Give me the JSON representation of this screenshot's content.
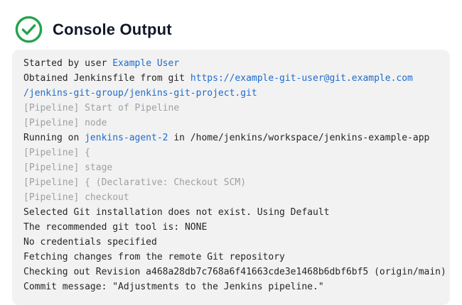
{
  "header": {
    "title": "Console Output",
    "status_icon": "success-check-icon"
  },
  "colors": {
    "success_green": "#23a34c",
    "link_blue": "#1d6ccd",
    "muted_gray": "#9fa0a2",
    "text": "#262626",
    "console_bg": "#f2f2f2",
    "title_text": "#101828"
  },
  "console": {
    "lines": [
      [
        {
          "text": "Started by user ",
          "type": "text"
        },
        {
          "text": "Example User",
          "type": "link"
        }
      ],
      [
        {
          "text": "Obtained Jenkinsfile from git ",
          "type": "text"
        },
        {
          "text": "https://example-git-user@git.example.com",
          "type": "link"
        }
      ],
      [
        {
          "text": "/jenkins-git-group/jenkins-git-project.git",
          "type": "link"
        }
      ],
      [
        {
          "text": "[Pipeline] Start of Pipeline",
          "type": "muted"
        }
      ],
      [
        {
          "text": "[Pipeline] node",
          "type": "muted"
        }
      ],
      [
        {
          "text": "Running on ",
          "type": "text"
        },
        {
          "text": "jenkins-agent-2",
          "type": "link"
        },
        {
          "text": " in /home/jenkins/workspace/jenkins-example-app",
          "type": "text"
        }
      ],
      [
        {
          "text": "[Pipeline] {",
          "type": "muted"
        }
      ],
      [
        {
          "text": "[Pipeline] stage",
          "type": "muted"
        }
      ],
      [
        {
          "text": "[Pipeline] { (Declarative: Checkout SCM)",
          "type": "muted"
        }
      ],
      [
        {
          "text": "[Pipeline] checkout",
          "type": "muted"
        }
      ],
      [
        {
          "text": "Selected Git installation does not exist. Using Default",
          "type": "text"
        }
      ],
      [
        {
          "text": "The recommended git tool is: NONE",
          "type": "text"
        }
      ],
      [
        {
          "text": "No credentials specified",
          "type": "text"
        }
      ],
      [
        {
          "text": "Fetching changes from the remote Git repository",
          "type": "text"
        }
      ],
      [
        {
          "text": "Checking out Revision a468a28db7c768a6f41663cde3e1468b6dbf6bf5 (origin/main)",
          "type": "text"
        }
      ],
      [
        {
          "text": "Commit message: \"Adjustments to the Jenkins pipeline.\"",
          "type": "text"
        }
      ]
    ]
  }
}
